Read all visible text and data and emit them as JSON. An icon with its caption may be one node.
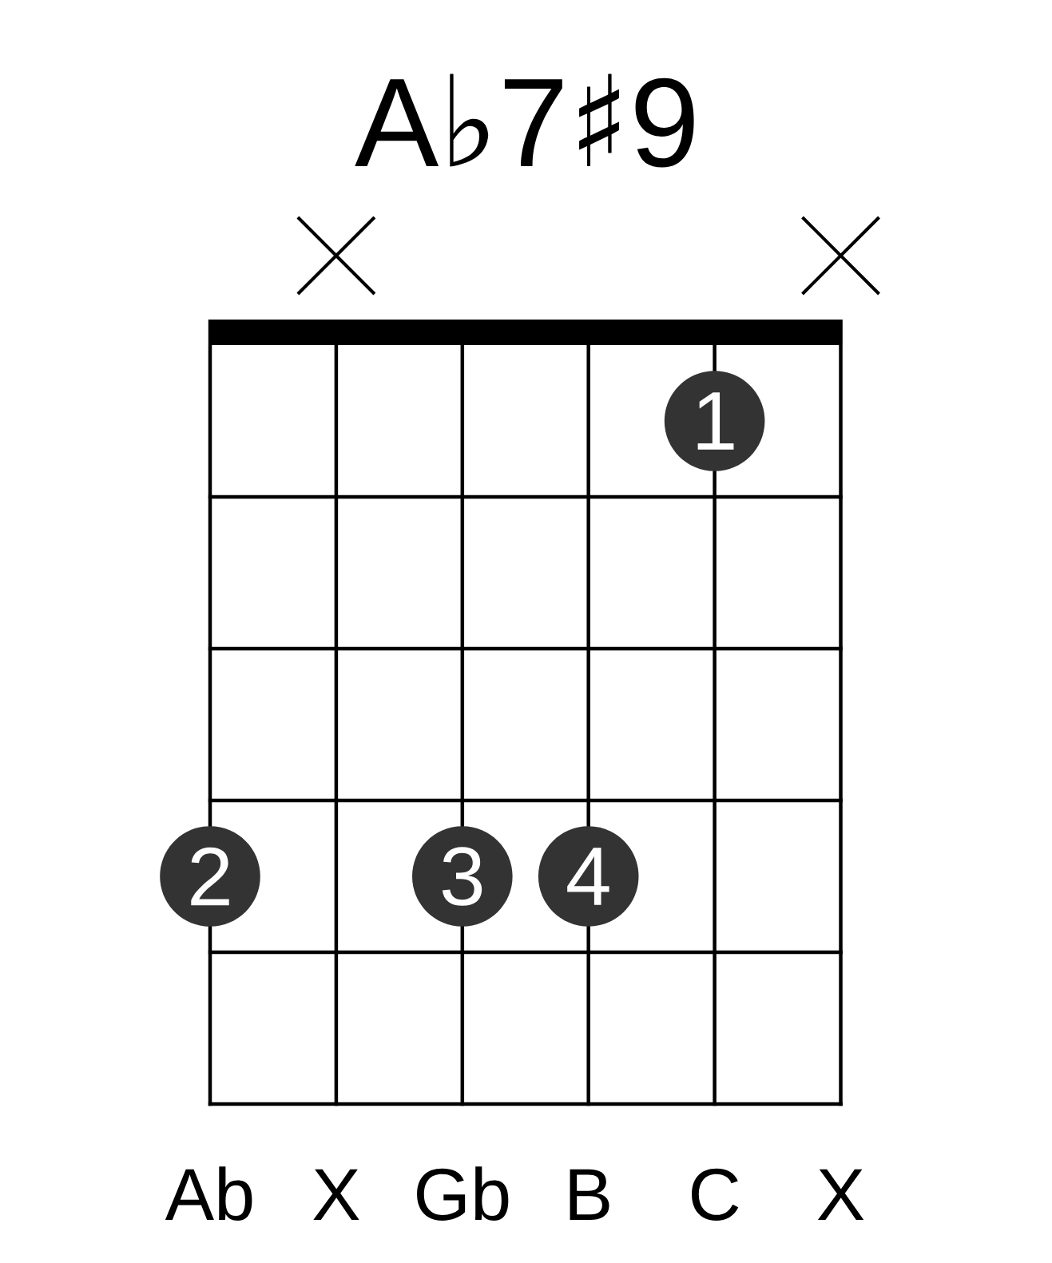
{
  "diagram": {
    "title": "A♭7♯9",
    "nodes": [
      {
        "text": [
          "1"
        ]
      },
      {
        "text": [
          "2"
        ]
      },
      {
        "text": [
          "3"
        ]
      },
      {
        "text": [
          "4"
        ]
      }
    ],
    "labels": [
      "Ab",
      "X",
      "Gb",
      "B",
      "C",
      "X"
    ]
  }
}
